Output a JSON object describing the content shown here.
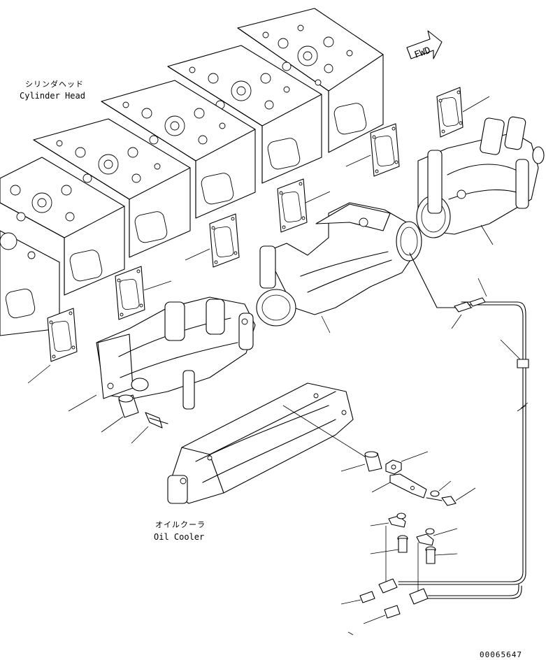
{
  "labels": {
    "cylinder_head_jp": "シリンダヘッド",
    "cylinder_head_en": "Cylinder Head",
    "oil_cooler_jp": "オイルクーラ",
    "oil_cooler_en": "Oil Cooler",
    "fwd": "FWD",
    "drawing_number": "00065647"
  }
}
